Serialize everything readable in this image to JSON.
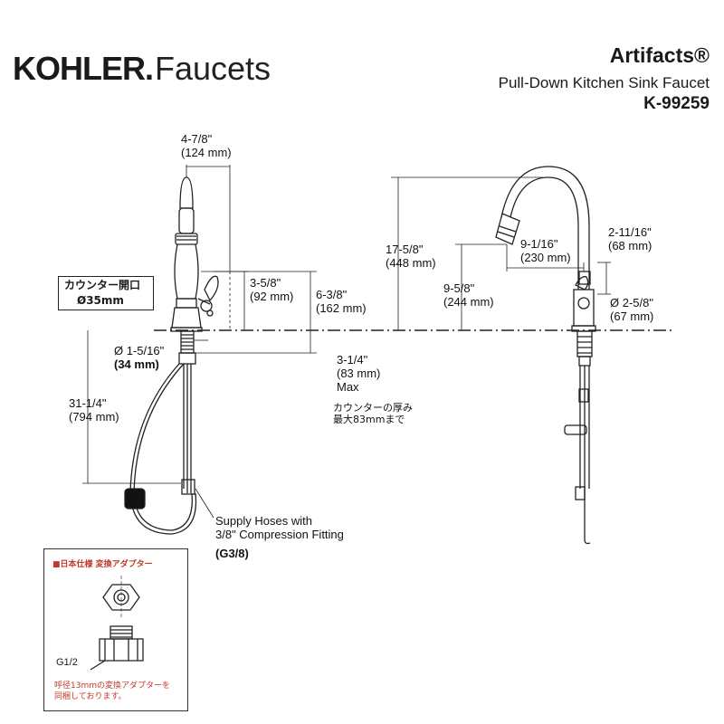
{
  "header": {
    "brand_main": "KOHLER.",
    "brand_sub": "Faucets",
    "series": "Artifacts®",
    "product": "Pull-Down Kitchen Sink Faucet",
    "model": "K-99259"
  },
  "dimensions": {
    "top_reach": [
      "4-7/8\"",
      "(124 mm)"
    ],
    "handle_height": [
      "3-5/8\"",
      "(92 mm)"
    ],
    "base_height": [
      "6-3/8\"",
      "(162 mm)"
    ],
    "hole_dia": [
      "Ø 1-5/16\"",
      "(34 mm)"
    ],
    "deck_max": [
      "3-1/4\"",
      "(83 mm)",
      "Max"
    ],
    "hose_length": [
      "31-1/4\"",
      "(794 mm)"
    ],
    "total_height": [
      "17-5/8\"",
      "(448 mm)"
    ],
    "reach": [
      "9-1/16\"",
      "(230 mm)"
    ],
    "spout_clear": [
      "9-5/8\"",
      "(244 mm)"
    ],
    "handle_offset": [
      "2-11/16\"",
      "(68 mm)"
    ],
    "base_dia": [
      "Ø 2-5/8\"",
      "(67 mm)"
    ]
  },
  "notes": {
    "counter_opening": [
      "カウンター開口",
      "Ø35mm"
    ],
    "counter_thickness": [
      "カウンターの厚み",
      "最大83mmまで"
    ],
    "supply_hoses": [
      "Supply Hoses with",
      "3/8\" Compression Fitting"
    ],
    "g38": "(G3/8)"
  },
  "inset": {
    "title": "■日本仕様 変換アダプター",
    "g12": "G1/2",
    "note": [
      "呼径13mmの変換アダプターを",
      "同梱しております。"
    ]
  }
}
